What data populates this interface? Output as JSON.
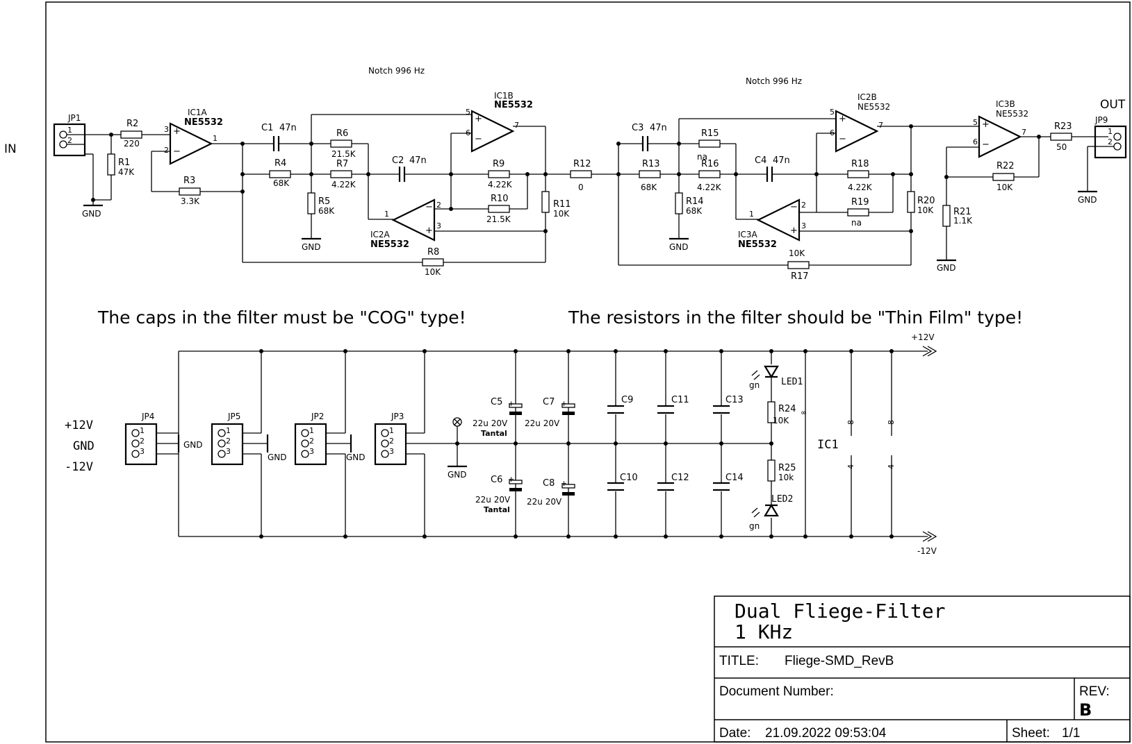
{
  "labels": {
    "in": "IN",
    "out": "OUT",
    "notch1": "Notch 996 Hz",
    "notch2": "Notch 996 Hz",
    "note_caps": "The caps in the filter must be \"COG\" type!",
    "note_res": "The resistors in the filter should be \"Thin Film\" type!",
    "plus12_rail": "+12V",
    "minus12_rail": "-12V",
    "plus12_in": "+12V",
    "gnd_in": "GND",
    "minus12_in": "-12V",
    "ic1": "IC1"
  },
  "components": {
    "jp1": "JP1",
    "jp2": "JP2",
    "jp3": "JP3",
    "jp4": "JP4",
    "jp5": "JP5",
    "jp9": "JP9",
    "r1": "R1",
    "r1v": "47K",
    "r2": "R2",
    "r2v": "220",
    "r3": "R3",
    "r3v": "3.3K",
    "r4": "R4",
    "r4v": "68K",
    "r5": "R5",
    "r5v": "68K",
    "r6": "R6",
    "r6v": "21.5K",
    "r7": "R7",
    "r7v": "4.22K",
    "r8": "R8",
    "r8v": "10K",
    "r9": "R9",
    "r9v": "4.22K",
    "r10": "R10",
    "r10v": "21.5K",
    "r11": "R11",
    "r11v": "10K",
    "r12": "R12",
    "r12v": "0",
    "r13": "R13",
    "r13v": "68K",
    "r14": "R14",
    "r14v": "68K",
    "r15": "R15",
    "r15v": "na",
    "r16": "R16",
    "r16v": "4.22K",
    "r17": "R17",
    "r17v": "10K",
    "r18": "R18",
    "r18v": "4.22K",
    "r19": "R19",
    "r19v": "na",
    "r20": "R20",
    "r20v": "10K",
    "r21": "R21",
    "r21v": "1.1K",
    "r22": "R22",
    "r22v": "10K",
    "r23": "R23",
    "r23v": "50",
    "r24": "R24",
    "r24v": "10K",
    "r25": "R25",
    "r25v": "10k",
    "c1": "C1",
    "c1v": "47n",
    "c2": "C2",
    "c2v": "47n",
    "c3": "C3",
    "c3v": "47n",
    "c4": "C4",
    "c4v": "47n",
    "c5": "C5",
    "c6": "C6",
    "c7": "C7",
    "c8": "C8",
    "c9": "C9",
    "c10": "C10",
    "c11": "C11",
    "c12": "C12",
    "c13": "C13",
    "c14": "C14",
    "tantal_val": "22u 20V",
    "tantal": "Tantal",
    "ic1a": "IC1A",
    "ic1b": "IC1B",
    "ic2a": "IC2A",
    "ic2b": "IC2B",
    "ic3a": "IC3A",
    "ic3b": "IC3B",
    "ne5532": "NE5532",
    "led1": "LED1",
    "led2": "LED2",
    "gn": "gn",
    "gnd": "GND"
  },
  "title_block": {
    "title_line1": "Dual Fliege-Filter",
    "title_line2": "1 KHz",
    "title_label": "TITLE:",
    "title_value": "Fliege-SMD_RevB",
    "docnum_label": "Document Number:",
    "rev_label": "REV:",
    "rev_value": "B",
    "date_label": "Date:",
    "date_value": "21.09.2022 09:53:04",
    "sheet_label": "Sheet:",
    "sheet_value": "1/1"
  }
}
